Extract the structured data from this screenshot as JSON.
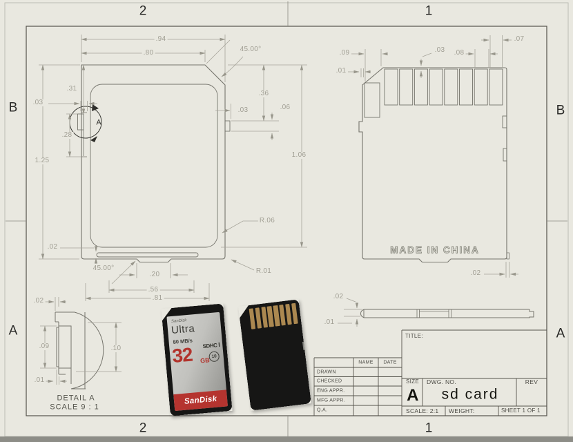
{
  "sheet": {
    "zone_top_left": "2",
    "zone_top_right": "1",
    "zone_bottom_left": "2",
    "zone_bottom_right": "1",
    "zone_left_top": "B",
    "zone_left_bottom": "A",
    "zone_right_top": "B",
    "zone_right_bottom": "A"
  },
  "front_view": {
    "detail_marker": "A",
    "dims": {
      "overall_width": ".94",
      "label_width": ".80",
      "chamfer_angle": "45.00°",
      "notch_top": ".31",
      "switch_width": ".03",
      "switch_travel": ".28",
      "overall_height": "1.25",
      "rib_thickness": ".02",
      "bottom_chamfer_angle": "45.00°",
      "notch_width": ".20",
      "rib_span": ".56",
      "bottom_width": ".81",
      "corner_radius": "R.01",
      "pin_row_offset": ".36",
      "tab_gap": ".03",
      "tab_width": ".06",
      "right_height": "1.06",
      "label_radius": "R.06"
    }
  },
  "back_view": {
    "engraving": "MADE IN CHINA",
    "dims": {
      "chamfer_width": ".09",
      "edge_step": ".01",
      "pin_inset": ".03",
      "pin_width": ".08",
      "end_pin_width": ".07",
      "bottom_step": ".02"
    }
  },
  "detail_view": {
    "label": "DETAIL A",
    "scale_note": "SCALE 9 : 1",
    "dims": {
      "top_step": ".02",
      "switch_height": ".09",
      "bottom_step": ".01",
      "overall_height": ".10"
    }
  },
  "side_view": {
    "dims": {
      "thickness": ".02",
      "lip": ".01"
    }
  },
  "title_block": {
    "title_label": "TITLE:",
    "name_header": "NAME",
    "date_header": "DATE",
    "rows": [
      "DRAWN",
      "CHECKED",
      "ENG APPR.",
      "MFG APPR.",
      "Q.A."
    ],
    "size_label": "SIZE",
    "size_value": "A",
    "dwg_no_label": "DWG. NO.",
    "dwg_no_value": "sd card",
    "rev_label": "REV",
    "scale_value": "SCALE: 2:1",
    "weight_label": "WEIGHT:",
    "sheet_value": "SHEET 1 OF 1"
  },
  "photos": {
    "front_card": {
      "brand_top": "SanDisk",
      "product": "Ultra",
      "speed": "80 MB/s",
      "bus_logo": "SDHC",
      "uhs_mark": "I",
      "speed_class": "10",
      "capacity": "32",
      "capacity_unit": "GB",
      "brand_bottom": "SanDisk"
    },
    "back_card": {
      "pin_count": 8
    }
  },
  "colors": {
    "paper": "#e9e8e0",
    "part_outline": "#75746c",
    "dimension": "#a6a49a",
    "frame": "#55534c",
    "accent_red": "#b5342f"
  }
}
